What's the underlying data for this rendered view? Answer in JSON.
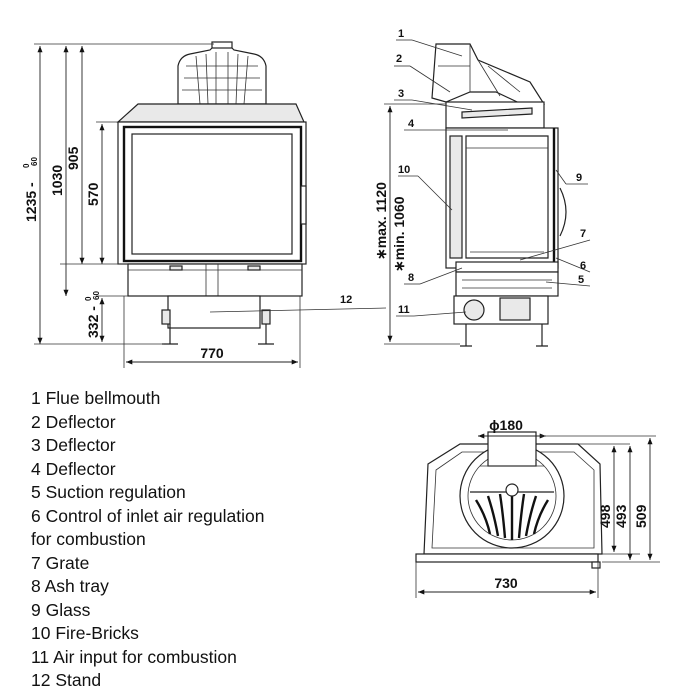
{
  "legend": {
    "items": [
      "1 Flue bellmouth",
      "2 Deflector",
      "3 Deflector",
      "4 Deflector",
      "5 Suction regulation",
      "6 Control of inlet air regulation",
      "for combustion",
      "7 Grate",
      "8 Ash tray",
      "9 Glass",
      "10 Fire-Bricks",
      "11 Air input for combustion",
      "12 Stand"
    ]
  },
  "front_view": {
    "dim_total_height": "1235 -",
    "dim_total_tol_top": "0",
    "dim_total_tol_bottom": "60",
    "dim_1030": "1030",
    "dim_905": "905",
    "dim_570": "570",
    "dim_332": "332 -",
    "dim_332_tol_top": "0",
    "dim_332_tol_bottom": "60",
    "dim_width": "770",
    "callout_stand": "12"
  },
  "side_view": {
    "dim_max": "∗max. 1120",
    "dim_min": "∗min. 1060",
    "callouts": [
      "1",
      "2",
      "3",
      "4",
      "10",
      "9",
      "7",
      "6",
      "8",
      "5",
      "11"
    ]
  },
  "top_view": {
    "dim_diameter": "ϕ180",
    "dim_498": "498",
    "dim_493": "493",
    "dim_509": "509",
    "dim_width": "730"
  }
}
